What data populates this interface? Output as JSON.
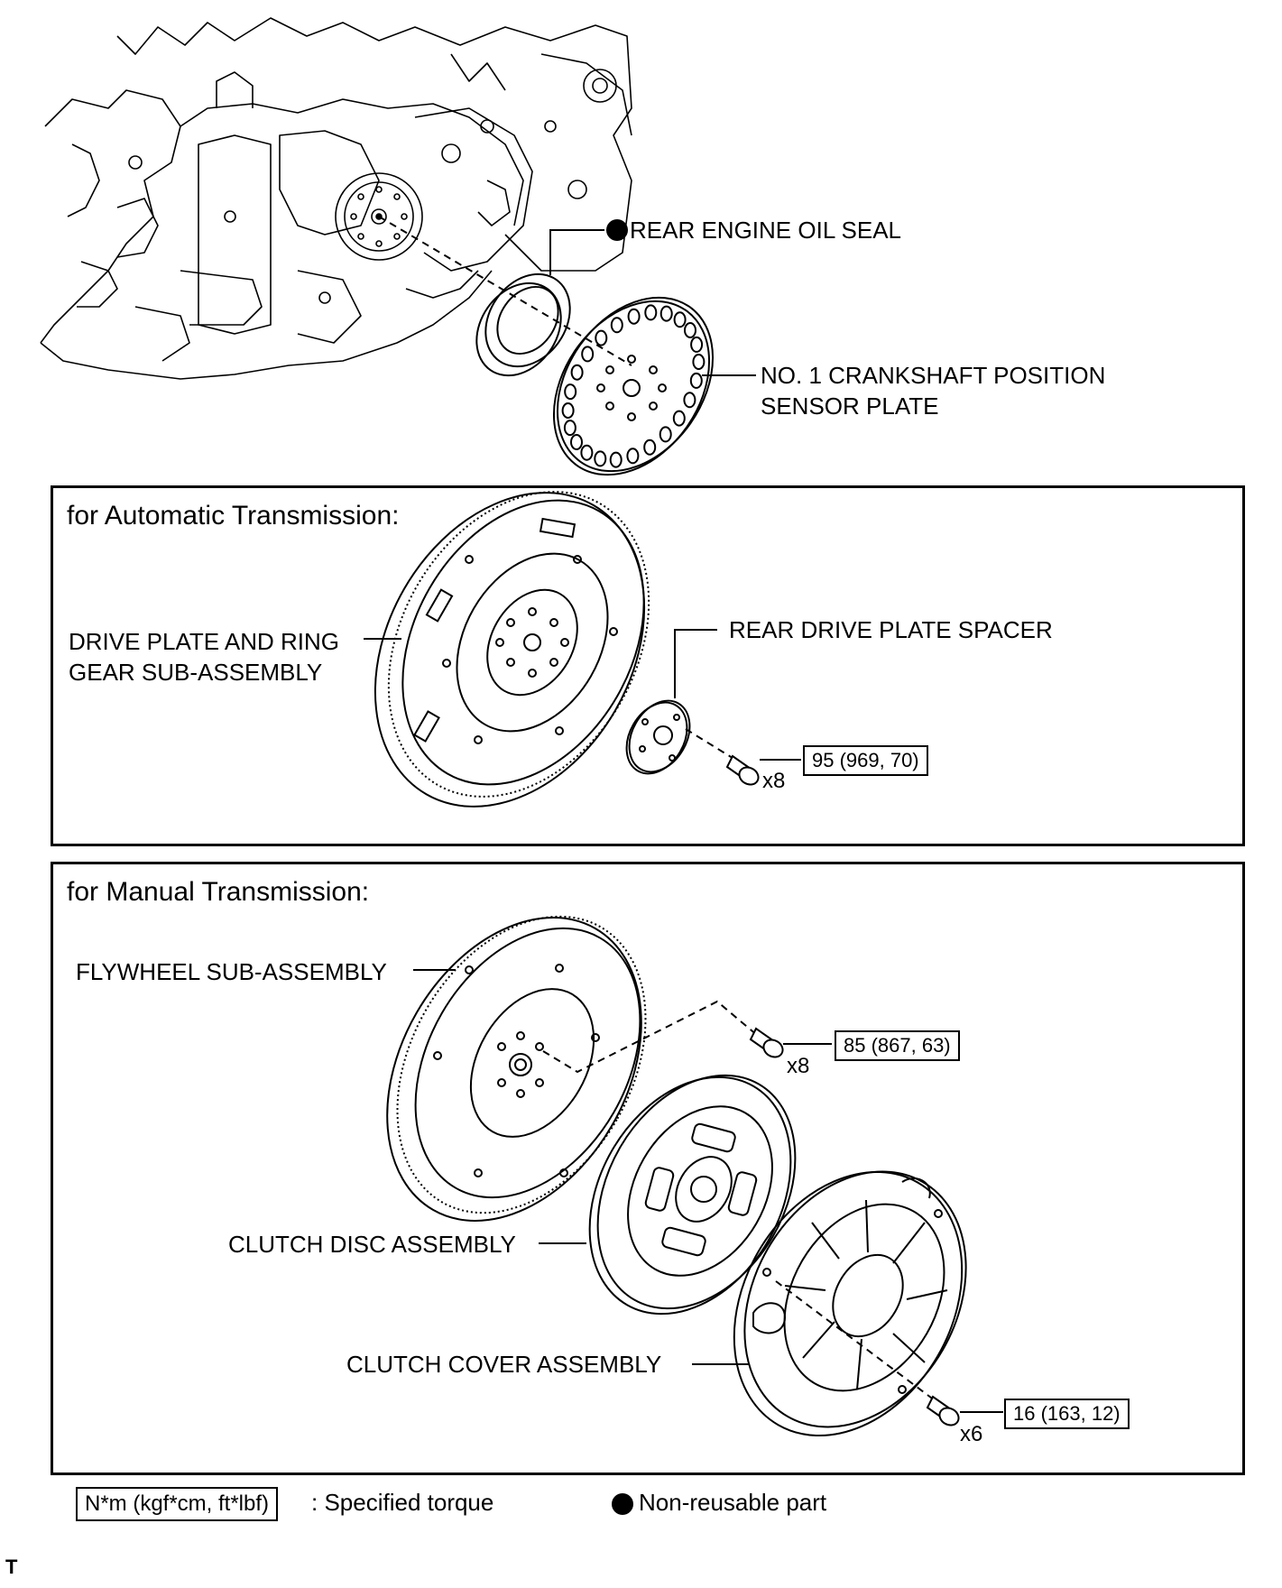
{
  "labels": {
    "rear_engine_oil_seal": "REAR ENGINE OIL SEAL",
    "crank_sensor_plate_line1": "NO. 1 CRANKSHAFT POSITION",
    "crank_sensor_plate_line2": "SENSOR PLATE",
    "drive_plate_line1": "DRIVE PLATE AND RING",
    "drive_plate_line2": "GEAR SUB-ASSEMBLY",
    "rear_drive_plate_spacer": "REAR DRIVE PLATE SPACER",
    "flywheel": "FLYWHEEL SUB-ASSEMBLY",
    "clutch_disc": "CLUTCH DISC ASSEMBLY",
    "clutch_cover": "CLUTCH COVER ASSEMBLY"
  },
  "panels": {
    "automatic_title": "for Automatic Transmission:",
    "manual_title": "for Manual Transmission:"
  },
  "torques": {
    "drive_plate_bolt": "95 (969, 70)",
    "drive_plate_qty": "x8",
    "flywheel_bolt": "85 (867, 63)",
    "flywheel_qty": "x8",
    "clutch_cover_bolt": "16 (163, 12)",
    "clutch_cover_qty": "x6"
  },
  "legend": {
    "torque_box": "N*m (kgf*cm, ft*lbf)",
    "torque_text": ": Specified torque",
    "nonreusable_text": "Non-reusable part"
  },
  "footer_mark": "T",
  "icons": [
    "engine-block-icon",
    "oil-seal-icon",
    "sensor-plate-icon",
    "drive-plate-icon",
    "spacer-icon",
    "bolt-icon",
    "flywheel-icon",
    "clutch-disc-icon",
    "clutch-cover-icon",
    "non-reusable-dot-icon"
  ]
}
